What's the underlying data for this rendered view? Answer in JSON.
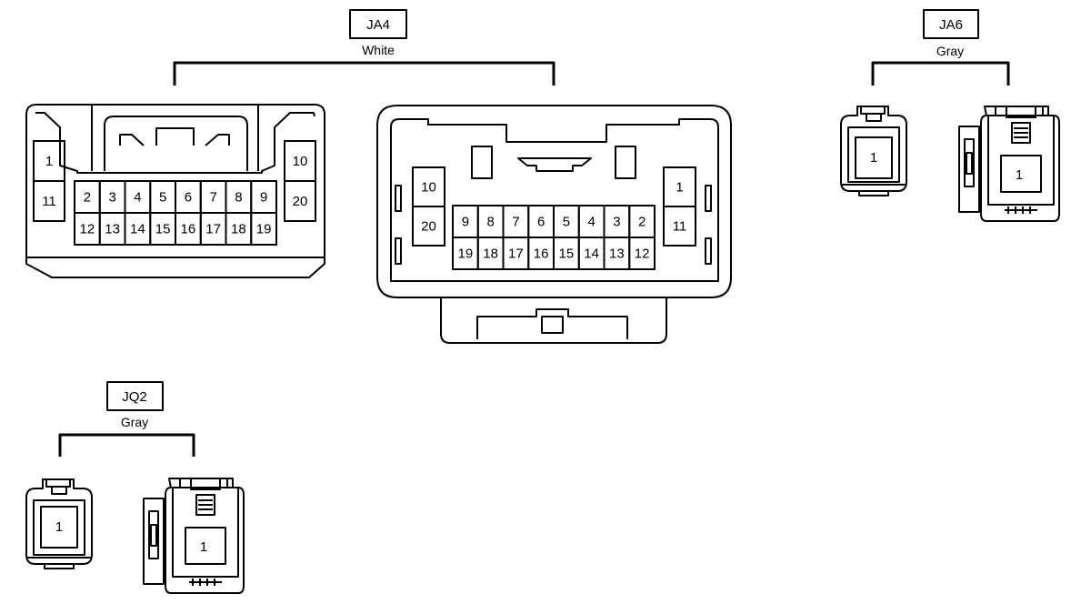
{
  "connectors": {
    "ja4": {
      "code": "JA4",
      "color": "White",
      "left_view": {
        "side_pins": [
          "1",
          "11",
          "10",
          "20"
        ],
        "top_row": [
          "2",
          "3",
          "4",
          "5",
          "6",
          "7",
          "8",
          "9"
        ],
        "bottom_row": [
          "12",
          "13",
          "14",
          "15",
          "16",
          "17",
          "18",
          "19"
        ]
      },
      "right_view": {
        "side_pins": [
          "10",
          "20",
          "1",
          "11"
        ],
        "top_row": [
          "9",
          "8",
          "7",
          "6",
          "5",
          "4",
          "3",
          "2"
        ],
        "bottom_row": [
          "19",
          "18",
          "17",
          "16",
          "15",
          "14",
          "13",
          "12"
        ]
      }
    },
    "ja6": {
      "code": "JA6",
      "color": "Gray",
      "left_pin": "1",
      "right_pin": "1"
    },
    "jq2": {
      "code": "JQ2",
      "color": "Gray",
      "left_pin": "1",
      "right_pin": "1"
    }
  }
}
